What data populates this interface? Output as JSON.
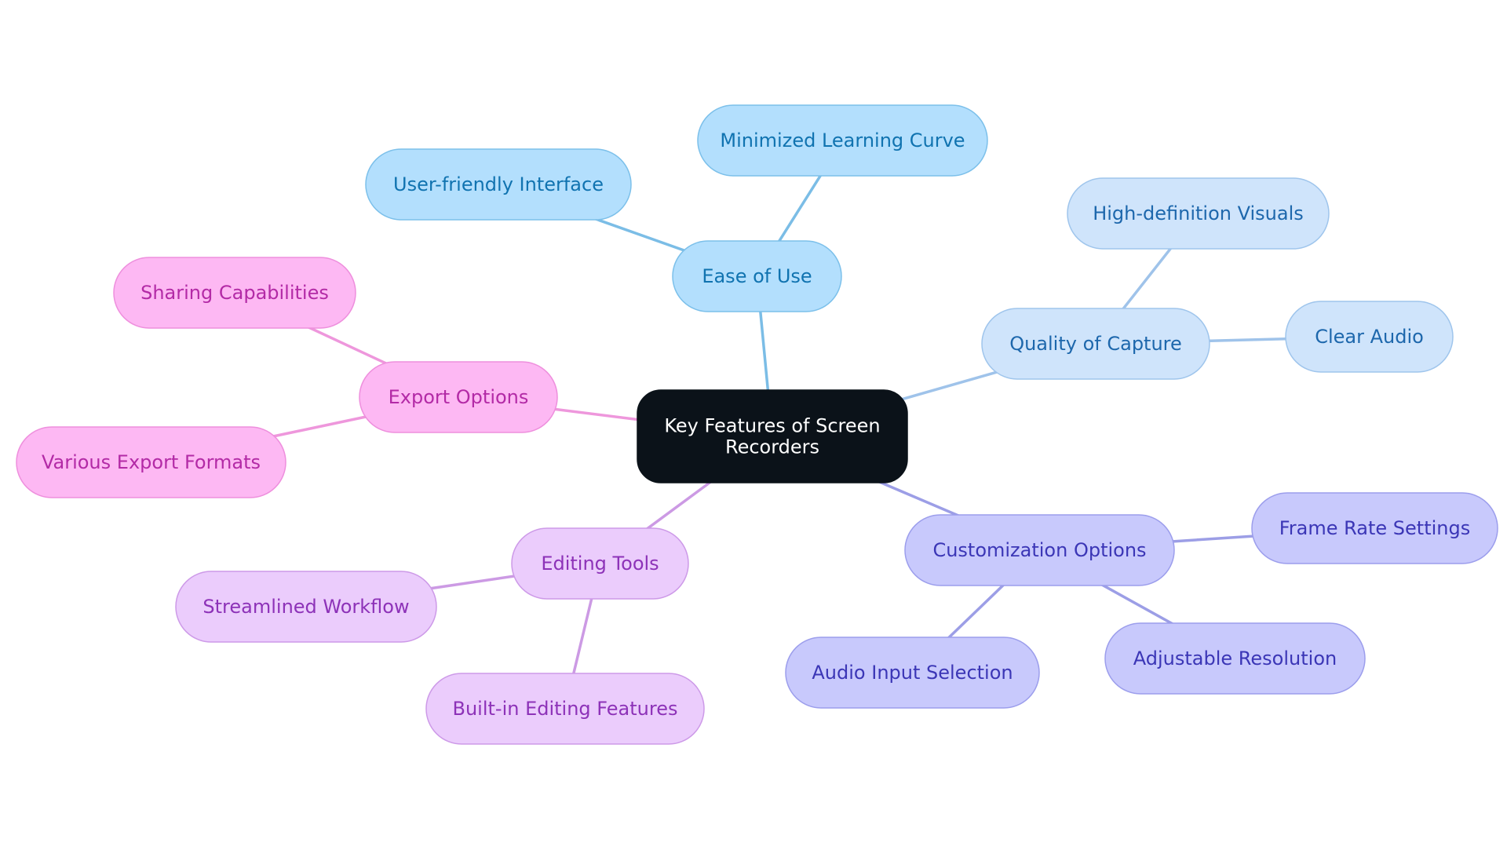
{
  "diagram": {
    "root": {
      "id": "root",
      "label_lines": [
        "Key Features of Screen",
        "Recorders"
      ],
      "fill": "#0b1219",
      "stroke": "#0b1219",
      "text_color": "#ffffff"
    },
    "branches": [
      {
        "id": "ease",
        "label": "Ease of Use",
        "fill": "#b3dffd",
        "stroke": "#7cc0ea",
        "text_color": "#1073b0",
        "edge_color": "#7bbde6",
        "children": [
          {
            "id": "user-friendly",
            "label": "User-friendly Interface"
          },
          {
            "id": "learning-curve",
            "label": "Minimized Learning Curve"
          }
        ]
      },
      {
        "id": "quality",
        "label": "Quality of Capture",
        "fill": "#cfe4fb",
        "stroke": "#9fc5ec",
        "text_color": "#1d67ac",
        "edge_color": "#9fc3ea",
        "children": [
          {
            "id": "hd-visuals",
            "label": "High-definition Visuals"
          },
          {
            "id": "clear-audio",
            "label": "Clear Audio"
          }
        ]
      },
      {
        "id": "custom",
        "label": "Customization Options",
        "fill": "#c8c9fc",
        "stroke": "#9c9eec",
        "text_color": "#3b36b6",
        "edge_color": "#9c9ee6",
        "children": [
          {
            "id": "frame-rate",
            "label": "Frame Rate Settings"
          },
          {
            "id": "resolution",
            "label": "Adjustable Resolution"
          },
          {
            "id": "audio-input",
            "label": "Audio Input Selection"
          }
        ]
      },
      {
        "id": "editing",
        "label": "Editing Tools",
        "fill": "#ebccfc",
        "stroke": "#cd9ae8",
        "text_color": "#8d32b8",
        "edge_color": "#cc9ae4",
        "children": [
          {
            "id": "workflow",
            "label": "Streamlined Workflow"
          },
          {
            "id": "built-in",
            "label": "Built-in Editing Features"
          }
        ]
      },
      {
        "id": "export",
        "label": "Export Options",
        "fill": "#fdb8f3",
        "stroke": "#ee8fdd",
        "text_color": "#b32aa6",
        "edge_color": "#ee97dc",
        "children": [
          {
            "id": "sharing",
            "label": "Sharing Capabilities"
          },
          {
            "id": "formats",
            "label": "Various Export Formats"
          }
        ]
      }
    ]
  }
}
